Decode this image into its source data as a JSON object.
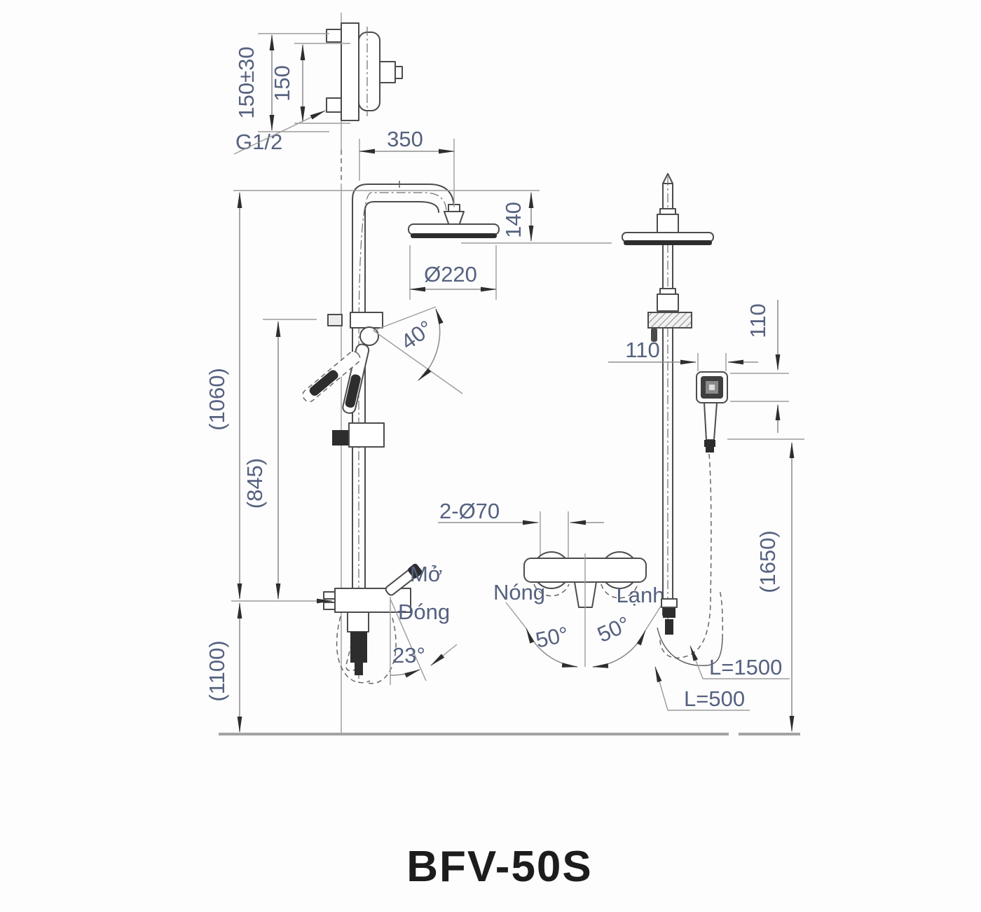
{
  "drawing": {
    "title": "BFV-50S",
    "detail_view": {
      "wall_offset": "150±30",
      "inlet_spacing": "150",
      "thread_size": "G1/2"
    },
    "front_view": {
      "arm_reach": "350",
      "head_drop": "140",
      "head_diameter": "Ø220",
      "handshower_swivel_angle": "40°",
      "column_height": "(1060)",
      "slidebar_height": "(845)",
      "mixer_mount_height": "(1100)",
      "handle_open_label": "Mở",
      "handle_close_label": "Đóng",
      "spout_swing_angle": "23°"
    },
    "top_view": {
      "hole_spec": "2-Ø70",
      "hot_label": "Nóng",
      "cold_label": "Lạnh",
      "swing_angle_left": "50°",
      "swing_angle_right": "50°"
    },
    "side_view": {
      "handshower_width": "110",
      "handshower_offset": "110",
      "overall_height": "(1650)",
      "hose_length_main": "L=1500",
      "hose_length_short": "L=500"
    }
  },
  "colors": {
    "background": "#fdfdfd",
    "object_line": "#4c4c4c",
    "dim_line": "#909090",
    "dim_text": "#55617f",
    "title_text": "#1c1c1c"
  }
}
